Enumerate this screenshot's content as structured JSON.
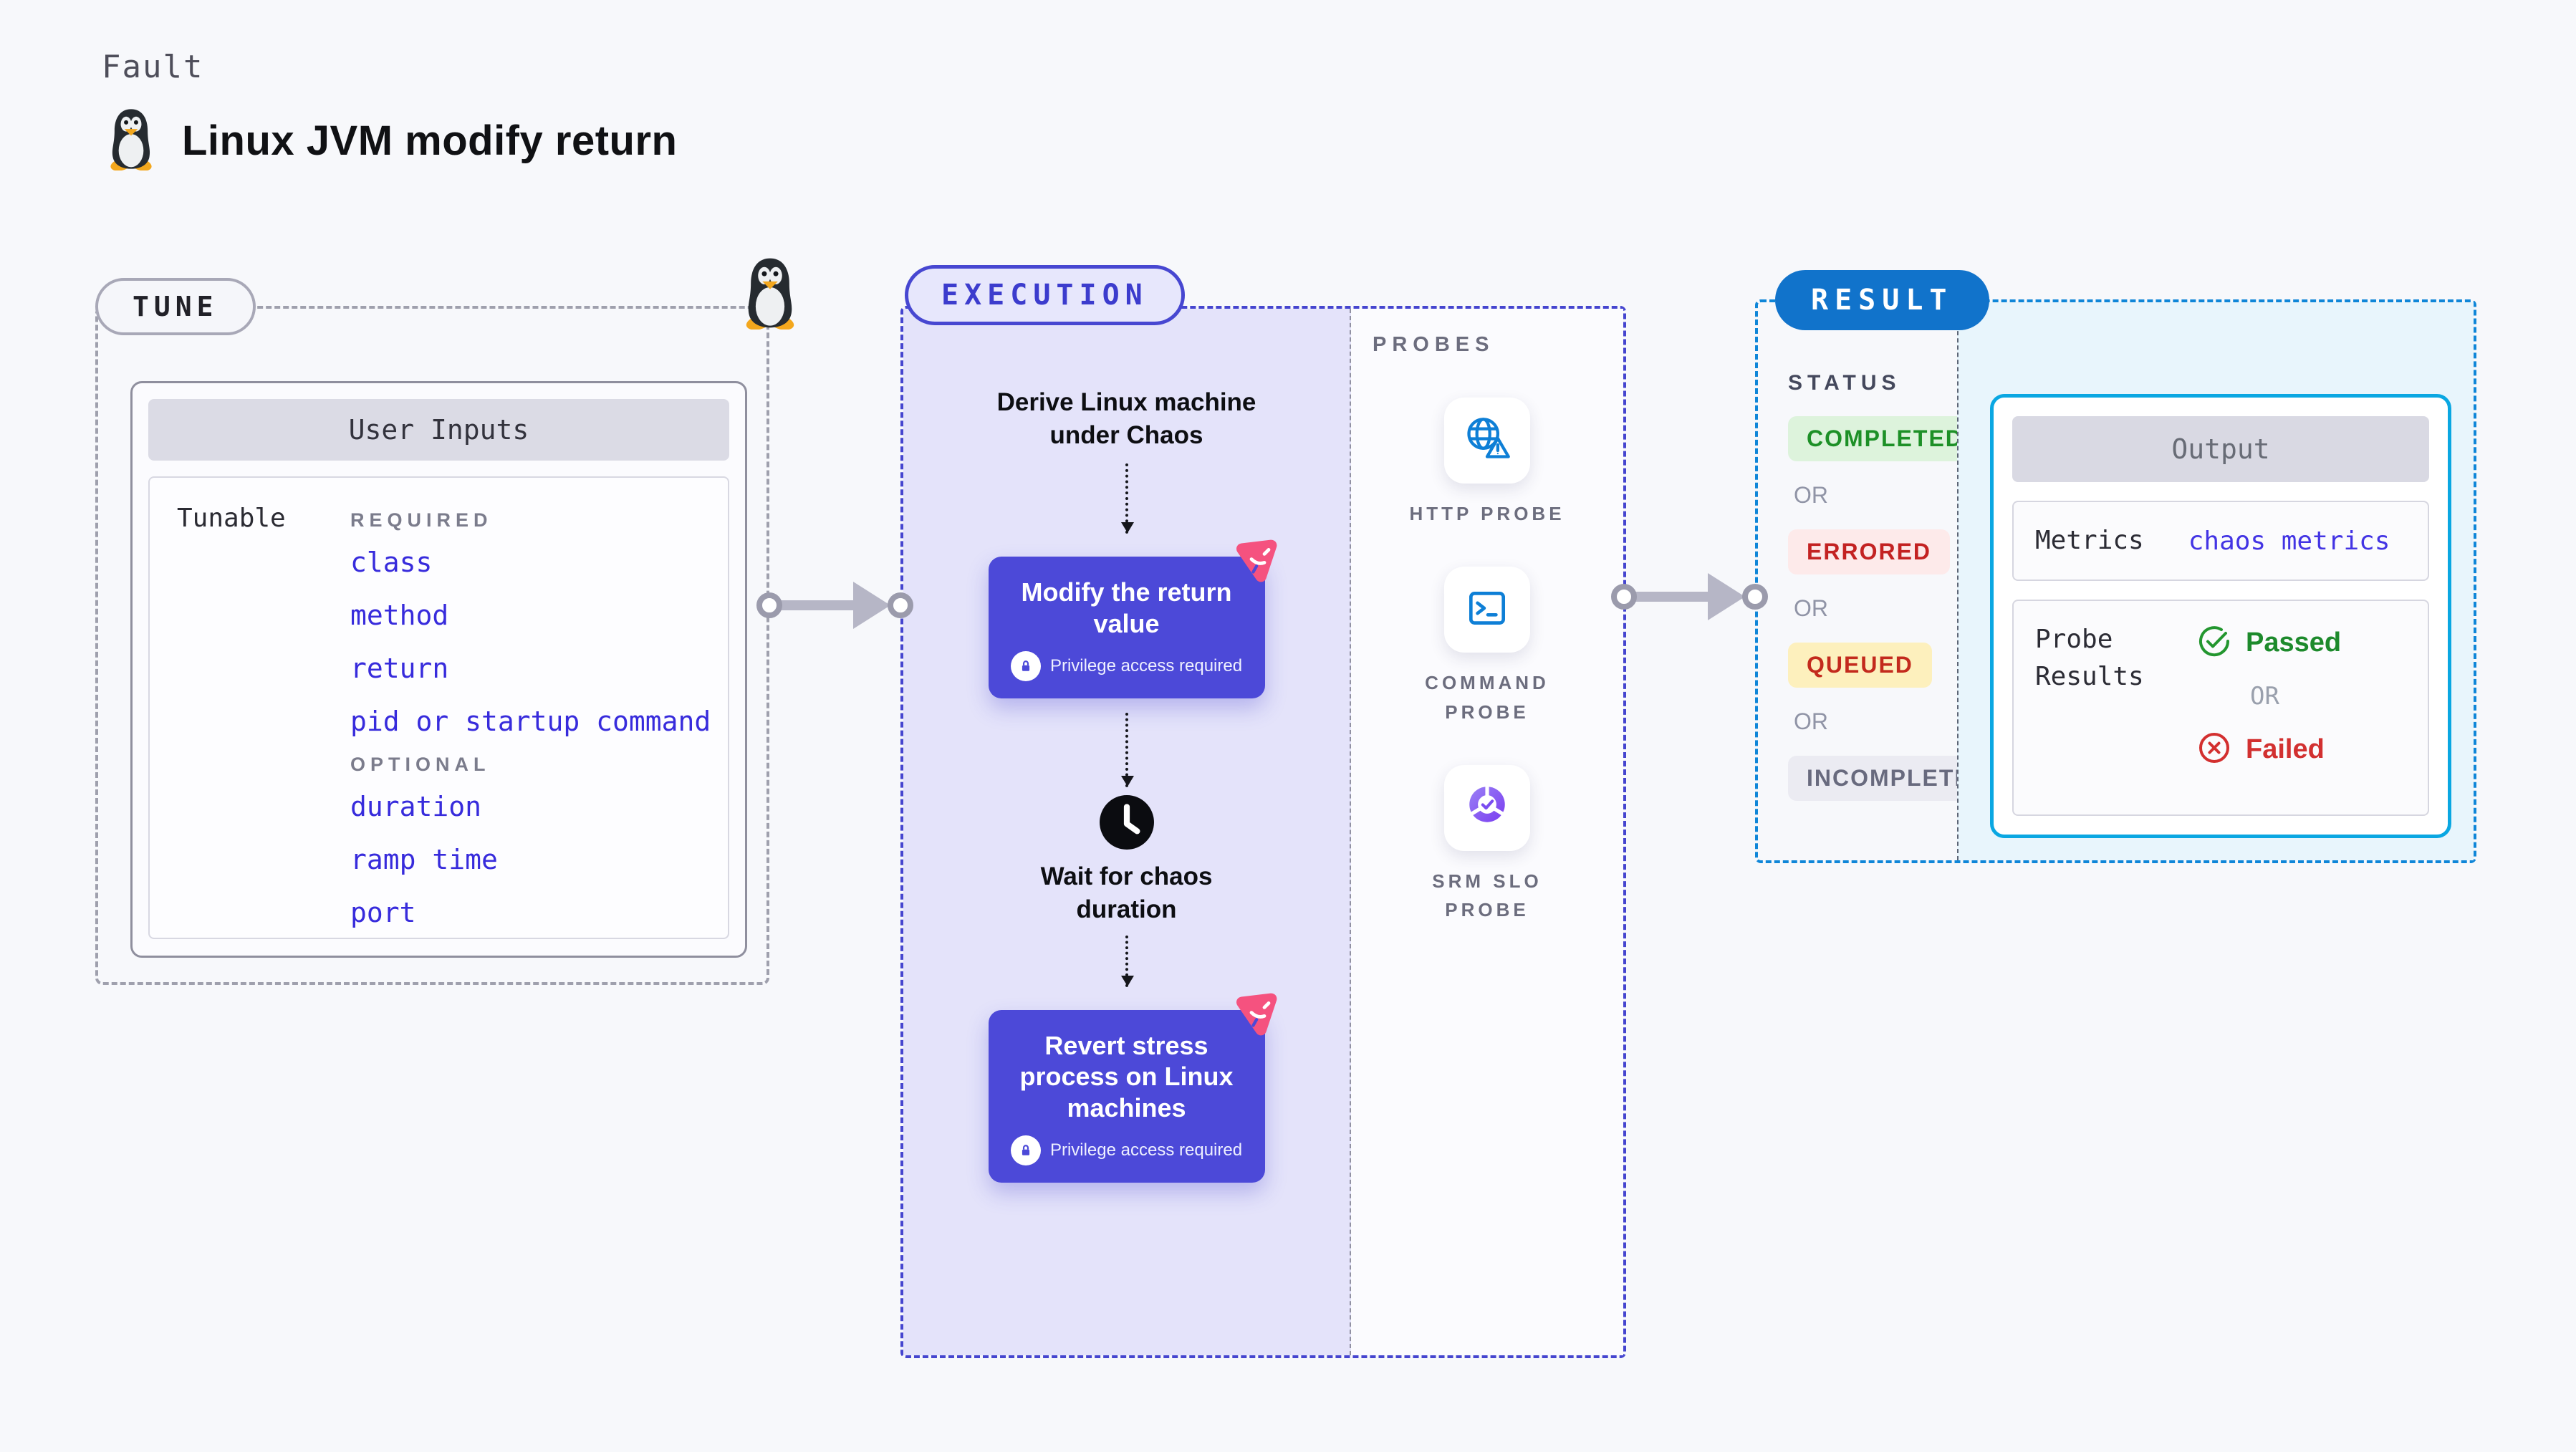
{
  "header": {
    "category_label": "Fault",
    "title": "Linux JVM modify return",
    "title_icon": "linux-tux-icon"
  },
  "tune": {
    "pill_label": "TUNE",
    "corner_icon": "linux-tux-icon",
    "card": {
      "title": "User Inputs",
      "row_label": "Tunable",
      "required_label": "REQUIRED",
      "required_items": [
        "class",
        "method",
        "return",
        "pid or startup command"
      ],
      "optional_label": "OPTIONAL",
      "optional_items": [
        "duration",
        "ramp time",
        "port"
      ]
    }
  },
  "execution": {
    "pill_label": "EXECUTION",
    "entry_text": "Derive Linux machine under Chaos",
    "steps": [
      {
        "title": "Modify the return value",
        "badge": "Privilege access required",
        "icon": "chaos-fault-icon"
      },
      {
        "title": "Revert stress process on Linux machines",
        "badge": "Privilege access required",
        "icon": "chaos-fault-icon"
      }
    ],
    "wait_step": {
      "title": "Wait for chaos duration",
      "icon": "clock-icon"
    }
  },
  "probes": {
    "section_label": "PROBES",
    "items": [
      {
        "label": "HTTP PROBE",
        "icon": "globe-alert-icon"
      },
      {
        "label": "COMMAND PROBE",
        "icon": "terminal-icon"
      },
      {
        "label": "SRM SLO PROBE",
        "icon": "slo-donut-icon"
      }
    ]
  },
  "result": {
    "pill_label": "RESULT",
    "status_label": "STATUS",
    "or_label": "OR",
    "statuses": [
      {
        "label": "COMPLETED",
        "type": "completed"
      },
      {
        "label": "ERRORED",
        "type": "errored"
      },
      {
        "label": "QUEUED",
        "type": "queued"
      },
      {
        "label": "INCOMPLETED",
        "type": "incompleted"
      }
    ],
    "output": {
      "title": "Output",
      "metrics_label": "Metrics",
      "metrics_value": "chaos metrics",
      "probe_results_label": "Probe Results",
      "passed_label": "Passed",
      "failed_label": "Failed",
      "or_label": "OR"
    }
  },
  "colors": {
    "page_bg": "#f7f8fb",
    "tune_dash": "#9fa0ad",
    "execution_accent": "#4545cf",
    "execution_fill": "#e4e3fa",
    "step_purple": "#4c49d8",
    "chaos_pink": "#f5527f",
    "probe_icon_blue": "#0e7fd6",
    "result_pill_blue": "#1173cb",
    "result_dash_blue": "#0f86d8",
    "output_border_cyan": "#0aa7e2",
    "cyan_fill": "#e8f5fc",
    "link_blue": "#372bdc",
    "passed_green": "#1d8a2c",
    "failed_red": "#d23030",
    "completed_bg": "#ddf3dc",
    "completed_fg": "#1d9027",
    "errored_bg": "#fdeaea",
    "errored_fg": "#c32222",
    "queued_bg": "#fdf0bd",
    "queued_fg": "#c32a1d",
    "incompleted_bg": "#ebebf2",
    "incompleted_fg": "#686a7e"
  }
}
